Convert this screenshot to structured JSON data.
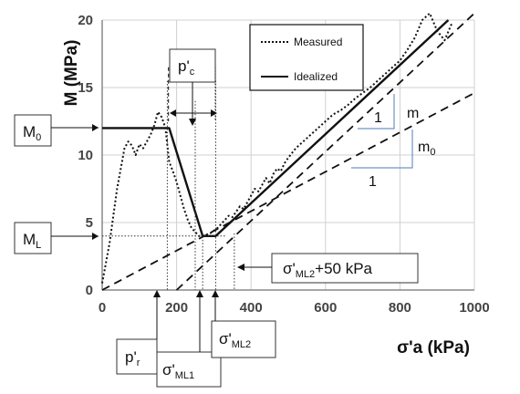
{
  "chart_data": {
    "type": "line",
    "title": "",
    "xlabel": "σ'a (kPa)",
    "ylabel": "M (MPa)",
    "xlim": [
      0,
      1000
    ],
    "ylim": [
      0,
      20
    ],
    "x_ticks": [
      0,
      200,
      400,
      600,
      800,
      1000
    ],
    "y_ticks": [
      0,
      5,
      10,
      15,
      20
    ],
    "grid": true,
    "legend_position": "top-center",
    "legend": [
      "Measured",
      "Idealized"
    ],
    "series": [
      {
        "name": "Measured",
        "style": "dotted",
        "x": [
          0,
          10,
          20,
          30,
          40,
          50,
          60,
          70,
          80,
          90,
          100,
          110,
          120,
          130,
          140,
          150,
          160,
          170,
          180,
          190,
          200,
          210,
          220,
          230,
          240,
          250,
          260,
          270,
          280,
          290,
          300,
          310,
          320,
          330,
          340,
          350,
          360,
          370,
          380,
          390,
          400,
          410,
          420,
          430,
          440,
          450,
          460,
          470,
          480,
          490,
          500,
          520,
          540,
          560,
          580,
          600,
          620,
          640,
          660,
          680,
          700,
          720,
          740,
          760,
          780,
          800,
          820,
          840,
          860,
          880,
          900,
          920,
          940
        ],
        "y": [
          0.5,
          2.0,
          3.5,
          5.5,
          7.5,
          9.0,
          10.5,
          11.0,
          10.7,
          10.0,
          10.8,
          10.5,
          11.0,
          11.5,
          12.2,
          13.2,
          12.8,
          12.0,
          9.5,
          8.8,
          8.0,
          7.0,
          6.0,
          5.2,
          4.6,
          4.3,
          4.0,
          4.0,
          4.1,
          4.2,
          4.4,
          4.6,
          4.9,
          5.2,
          5.5,
          5.4,
          5.8,
          6.2,
          6.0,
          6.5,
          7.0,
          7.5,
          7.3,
          7.8,
          8.3,
          7.9,
          8.6,
          9.0,
          8.8,
          9.4,
          9.8,
          10.5,
          11.0,
          11.5,
          12.0,
          12.5,
          13.0,
          13.3,
          13.7,
          14.2,
          14.6,
          15.0,
          15.5,
          16.0,
          16.5,
          17.0,
          17.8,
          18.7,
          20.0,
          20.5,
          19.2,
          18.5,
          19.8
        ]
      },
      {
        "name": "Idealized",
        "style": "solid",
        "x": [
          0,
          180,
          270,
          305,
          930
        ],
        "y": [
          12,
          12,
          4.0,
          4.0,
          20
        ]
      },
      {
        "name": "",
        "style": "dashed",
        "x": [
          0,
          1000
        ],
        "y": [
          0,
          14.6
        ]
      },
      {
        "name": "",
        "style": "dashed",
        "x": [
          200,
          1000
        ],
        "y": [
          0,
          20.5
        ]
      }
    ],
    "guide_lines": {
      "horizontal": [
        4.0
      ],
      "vertical": [
        175,
        250,
        270,
        305,
        355
      ]
    }
  },
  "annotations": {
    "m0_box": "M",
    "m0_box_sub": "0",
    "ml_box": "M",
    "ml_box_sub": "L",
    "pc_box": "p'",
    "pc_box_sub": "c",
    "pr_box": "p'",
    "pr_box_sub": "r",
    "ml1_box": "σ'",
    "ml1_box_sub": "ML1",
    "ml2_box": "σ'",
    "ml2_box_sub": "ML2",
    "ml2_plus_box": "σ'",
    "ml2_plus_box_sub": "ML2",
    "ml2_plus_box_tail": "+50 kPa",
    "slope_m": "m",
    "slope_m_run": "1",
    "slope_m0": "m",
    "slope_m0_sub": "0",
    "slope_m0_run": "1"
  },
  "colors": {
    "grid": "#d0d0d0",
    "axis": "#888888",
    "line": "#111111",
    "slope_triangle": "#6f93c8"
  }
}
